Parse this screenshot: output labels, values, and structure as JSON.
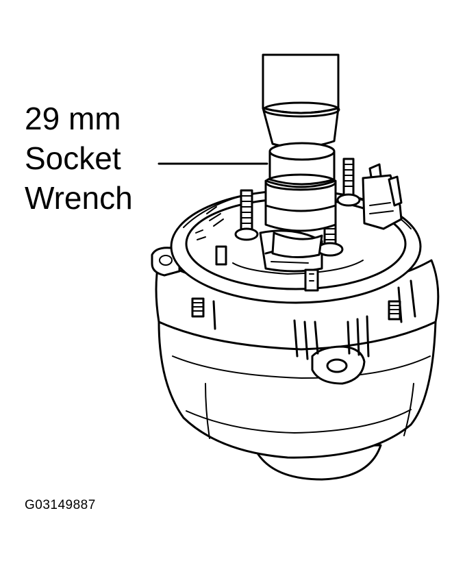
{
  "callout": {
    "line1": "29 mm",
    "line2": "Socket",
    "line3": "Wrench"
  },
  "figure_id": "G03149887"
}
